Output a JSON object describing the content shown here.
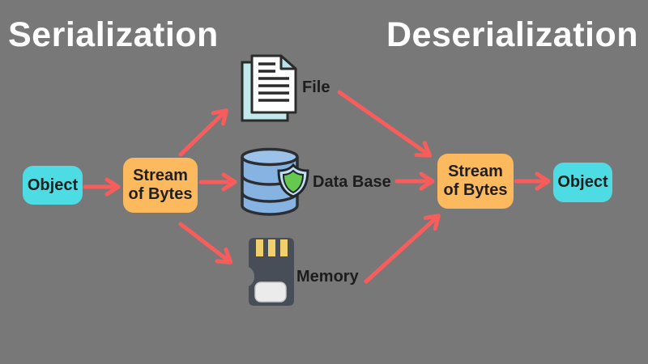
{
  "titles": {
    "serialization": "Serialization",
    "deserialization": "Deserialization"
  },
  "nodes": {
    "object_left": {
      "label": "Object"
    },
    "stream_left": {
      "line1": "Stream",
      "line2": "of Bytes"
    },
    "stream_right": {
      "line1": "Stream",
      "line2": "of Bytes"
    },
    "object_right": {
      "label": "Object"
    }
  },
  "storage_targets": {
    "file": {
      "label": "File",
      "icon": "file-icon"
    },
    "database": {
      "label": "Data Base",
      "icon": "database-shield-icon"
    },
    "memory": {
      "label": "Memory",
      "icon": "memory-card-icon"
    }
  },
  "connections": [
    {
      "from": "object_left",
      "to": "stream_left"
    },
    {
      "from": "stream_left",
      "to": "file"
    },
    {
      "from": "stream_left",
      "to": "database"
    },
    {
      "from": "stream_left",
      "to": "memory"
    },
    {
      "from": "file",
      "to": "stream_right"
    },
    {
      "from": "database",
      "to": "stream_right"
    },
    {
      "from": "memory",
      "to": "stream_right"
    },
    {
      "from": "stream_right",
      "to": "object_right"
    }
  ],
  "colors": {
    "background": "#787878",
    "title_text": "#ffffff",
    "object_box": "#4edce4",
    "stream_box": "#fcb95e",
    "arrow": "#f85d5c",
    "node_text": "#1f1f1f",
    "db_blue": "#87b3e2",
    "shield_green": "#66c94f",
    "memory_dark": "#474e57",
    "pin_yellow": "#f2cf6d",
    "file_back_cyan": "#c2e9eb"
  }
}
